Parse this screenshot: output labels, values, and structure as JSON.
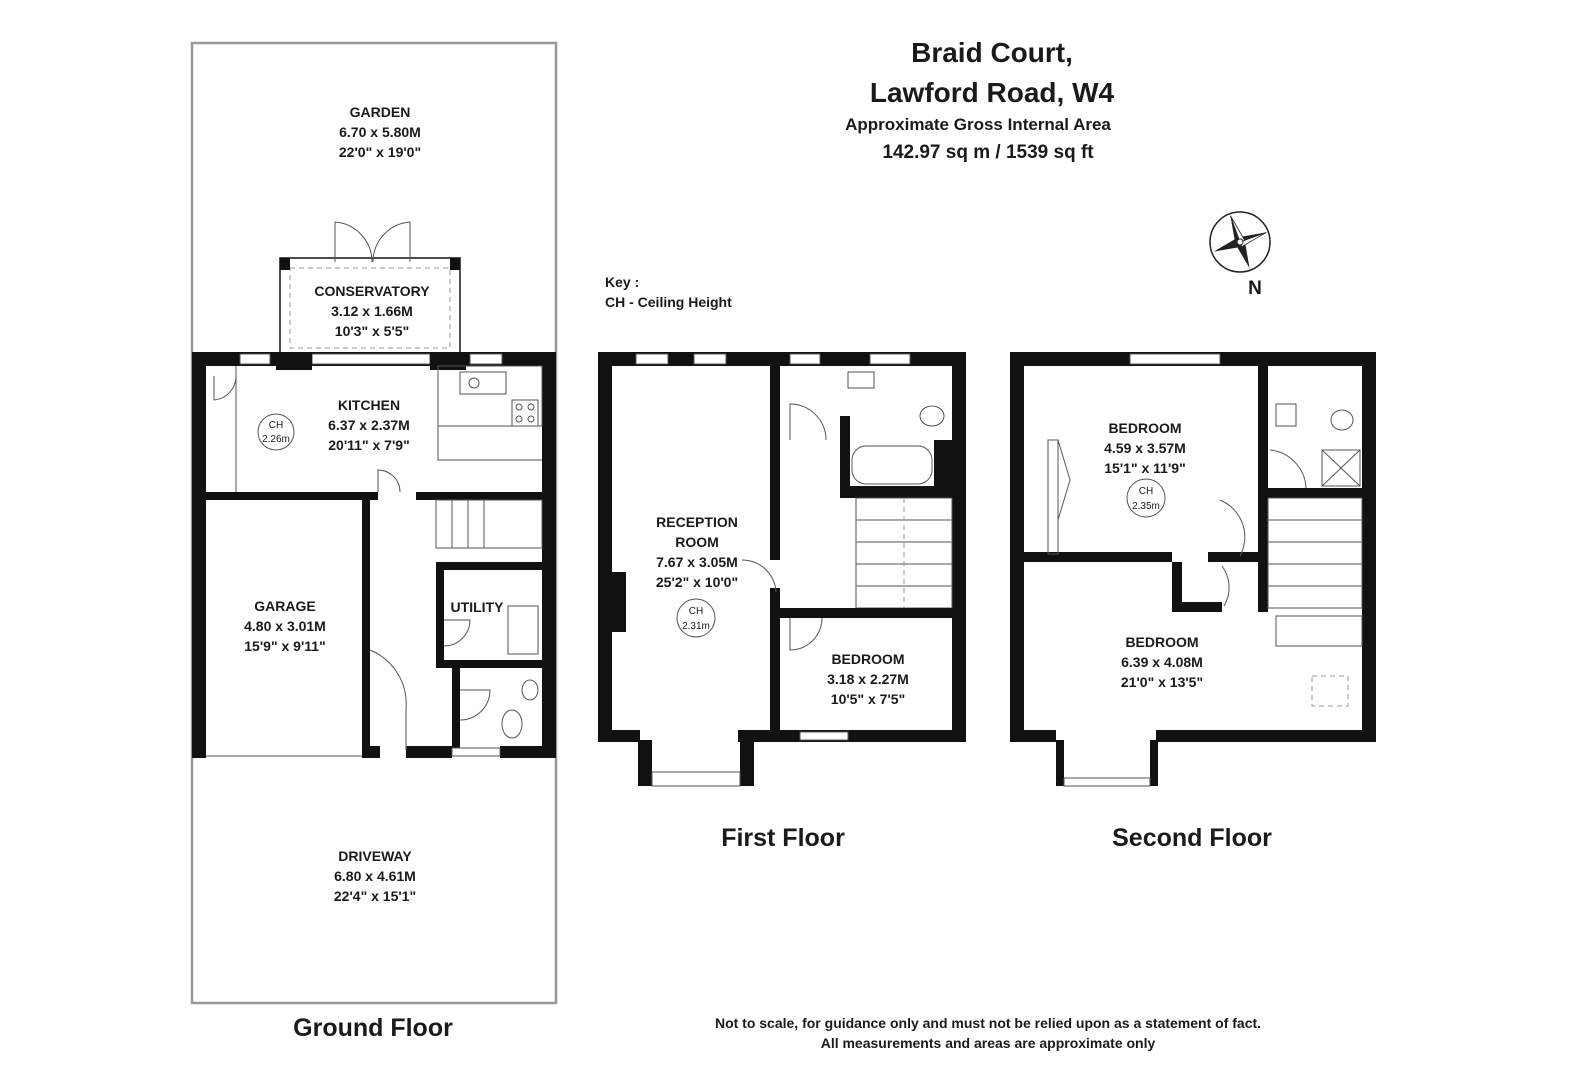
{
  "title": {
    "line1": "Braid Court,",
    "line2": "Lawford Road, W4",
    "subtitle": "Approximate Gross Internal Area",
    "area": "142.97 sq m /  1539 sq ft"
  },
  "key": {
    "heading": "Key :",
    "entry": "CH - Ceiling Height"
  },
  "compass": {
    "label": "N"
  },
  "floors": {
    "ground": {
      "label": "Ground Floor",
      "rooms": {
        "garden": {
          "name": "GARDEN",
          "metric": "6.70 x 5.80M",
          "imperial": "22'0\" x 19'0\""
        },
        "conservatory": {
          "name": "CONSERVATORY",
          "metric": "3.12 x 1.66M",
          "imperial": "10'3\" x 5'5\""
        },
        "kitchen": {
          "name": "KITCHEN",
          "metric": "6.37 x 2.37M",
          "imperial": "20'11\" x 7'9\"",
          "ch_label": "CH",
          "ch_value": "2.26m"
        },
        "garage": {
          "name": "GARAGE",
          "metric": "4.80 x 3.01M",
          "imperial": "15'9\" x 9'11\""
        },
        "utility": {
          "name": "UTILITY"
        },
        "driveway": {
          "name": "DRIVEWAY",
          "metric": "6.80 x 4.61M",
          "imperial": "22'4\" x 15'1\""
        }
      }
    },
    "first": {
      "label": "First Floor",
      "rooms": {
        "reception": {
          "name_line1": "RECEPTION",
          "name_line2": "ROOM",
          "metric": "7.67 x 3.05M",
          "imperial": "25'2\" x 10'0\"",
          "ch_label": "CH",
          "ch_value": "2.31m"
        },
        "bedroom": {
          "name": "BEDROOM",
          "metric": "3.18 x 2.27M",
          "imperial": "10'5\" x 7'5\""
        }
      }
    },
    "second": {
      "label": "Second Floor",
      "rooms": {
        "bedroom1": {
          "name": "BEDROOM",
          "metric": "4.59 x 3.57M",
          "imperial": "15'1\" x 11'9\"",
          "ch_label": "CH",
          "ch_value": "2.35m"
        },
        "bedroom2": {
          "name": "BEDROOM",
          "metric": "6.39 x 4.08M",
          "imperial": "21'0\" x 13'5\""
        }
      }
    }
  },
  "disclaimer": {
    "line1": "Not to scale, for guidance only and must not be relied upon as a statement of fact.",
    "line2": "All measurements and areas are approximate only"
  }
}
